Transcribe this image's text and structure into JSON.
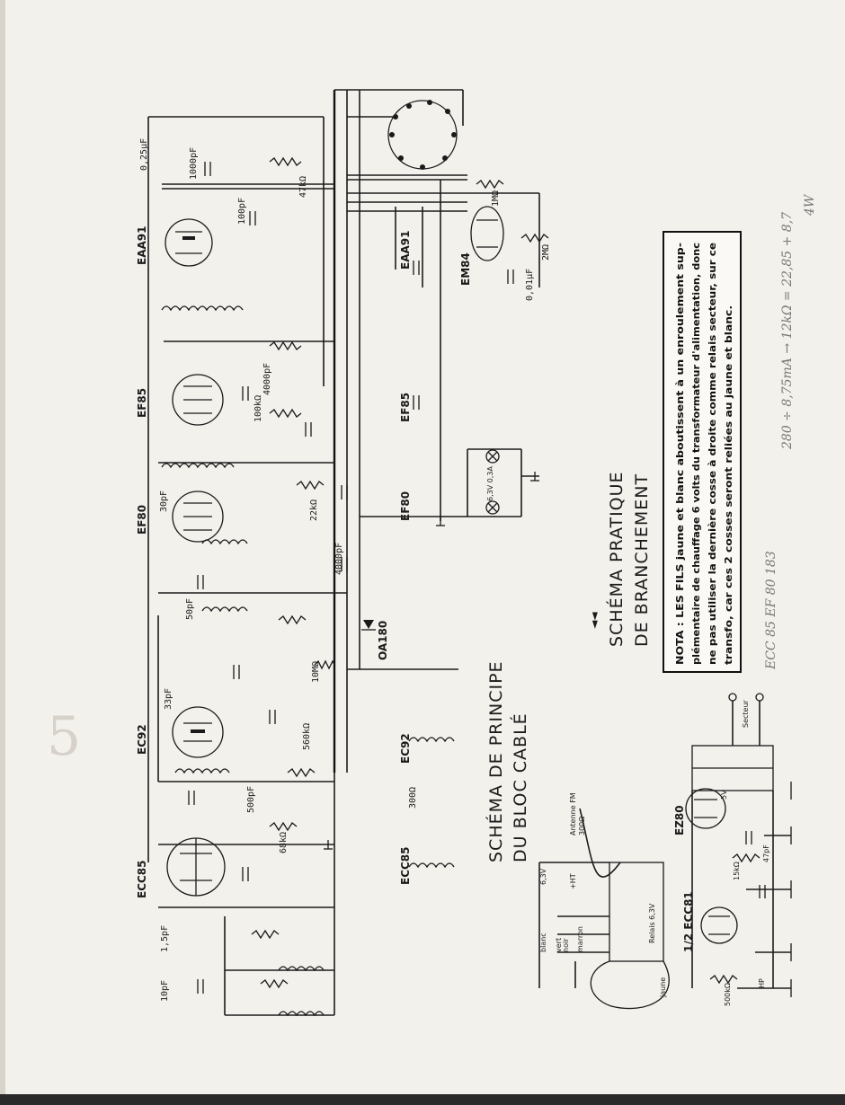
{
  "titles": {
    "principe_line1": "SCHÉMA DE PRINCIPE",
    "principe_line2": "DU BLOC CABLÉ",
    "pratique_line1": "SCHÉMA PRATIQUE",
    "pratique_line2": "DE BRANCHEMENT"
  },
  "nota": {
    "line1": "NOTA : LES FILS jaune et blanc aboutissent à un enroulement sup-",
    "line2": "plémentaire de chauffage 6 volts du transformateur d'alimentation, donc",
    "line3": "ne pas utiliser la dernière cosse à droite comme relais secteur, sur ce",
    "line4": "transfo, car ces 2 cosses seront reliées au jaune et blanc."
  },
  "tubes": {
    "ecc85": "ECC85",
    "ec92": "EC92",
    "ef80": "EF80",
    "ef85": "EF85",
    "eaa91": "EAA91",
    "oa180": "OA180",
    "em84": "EM84",
    "ez80": "EZ80",
    "ecc81": "1/2 ECC81",
    "ec92b": "EC92",
    "ef85b": "EF85",
    "ef80b": "EF80",
    "eaa91b": "EAA91",
    "ecc85b": "ECC85"
  },
  "components": {
    "c_10pf": "10pF",
    "c_15pf": "1,5pF",
    "c_500pf": "500pF",
    "c_47pf": "47pF",
    "c_4000pf": "4000pF",
    "c_33pf": "33pF",
    "c_100pf": "100pF",
    "c_50pf": "50pF",
    "c_30pf": "30pF",
    "c_1000pf": "1000pF",
    "c_025": "0,25µF",
    "c_001": "0,01µF",
    "r_22kohm": "22kΩ",
    "r_47kohm": "47kΩ",
    "r_100kohm": "100kΩ",
    "r_1mohm": "1MΩ",
    "r_560kohm": "560kΩ",
    "r_15kohm": "15kΩ",
    "r_68kohm": "68kΩ",
    "r_2mohm": "2MΩ",
    "r_500kohm": "500kΩ",
    "r_300ohm": "300Ω",
    "r_10mohm": "10MΩ",
    "lamp": "6,3V 0,3A",
    "ant": "Antenne FM",
    "ant_ohm": "300Ω",
    "relais": "Relais 6,3V",
    "secteur": "Secteur",
    "blanc": "blanc",
    "jaune": "jaune",
    "vert": "vert",
    "noir": "noir",
    "marron": "marron",
    "v_6_3": "6,3V",
    "v_5v": "5V",
    "ht": "+HT",
    "hp": "HP"
  },
  "handwriting": {
    "line1": "ECC 85   EF 80   183",
    "line2": "280 ÷ 8,75mA → 12kΩ = 22,85 + 8,7",
    "line3": "4W"
  },
  "arrow": "◄◄"
}
